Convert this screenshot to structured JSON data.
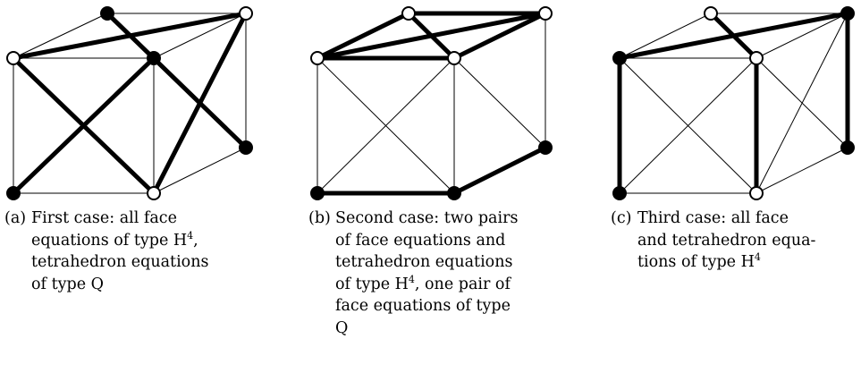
{
  "panels": [
    {
      "label": "(a)",
      "caption_lines": [
        "First case:  all face",
        "equations of type H",
        "tetrahedron equations",
        "of type Q"
      ],
      "line2_sup": "4",
      "line2_suffix": ","
    },
    {
      "label": "(b)",
      "caption_lines": [
        "Second case: two pairs",
        "of face equations and",
        "tetrahedron equations",
        "of type H",
        "face equations of type",
        "Q"
      ],
      "line4_sup": "4",
      "line4_suffix": ", one pair of"
    },
    {
      "label": "(c)",
      "caption_lines": [
        "Third case:  all face",
        "and tetrahedron equa-",
        "tions of type H"
      ],
      "line3_sup": "4"
    }
  ]
}
